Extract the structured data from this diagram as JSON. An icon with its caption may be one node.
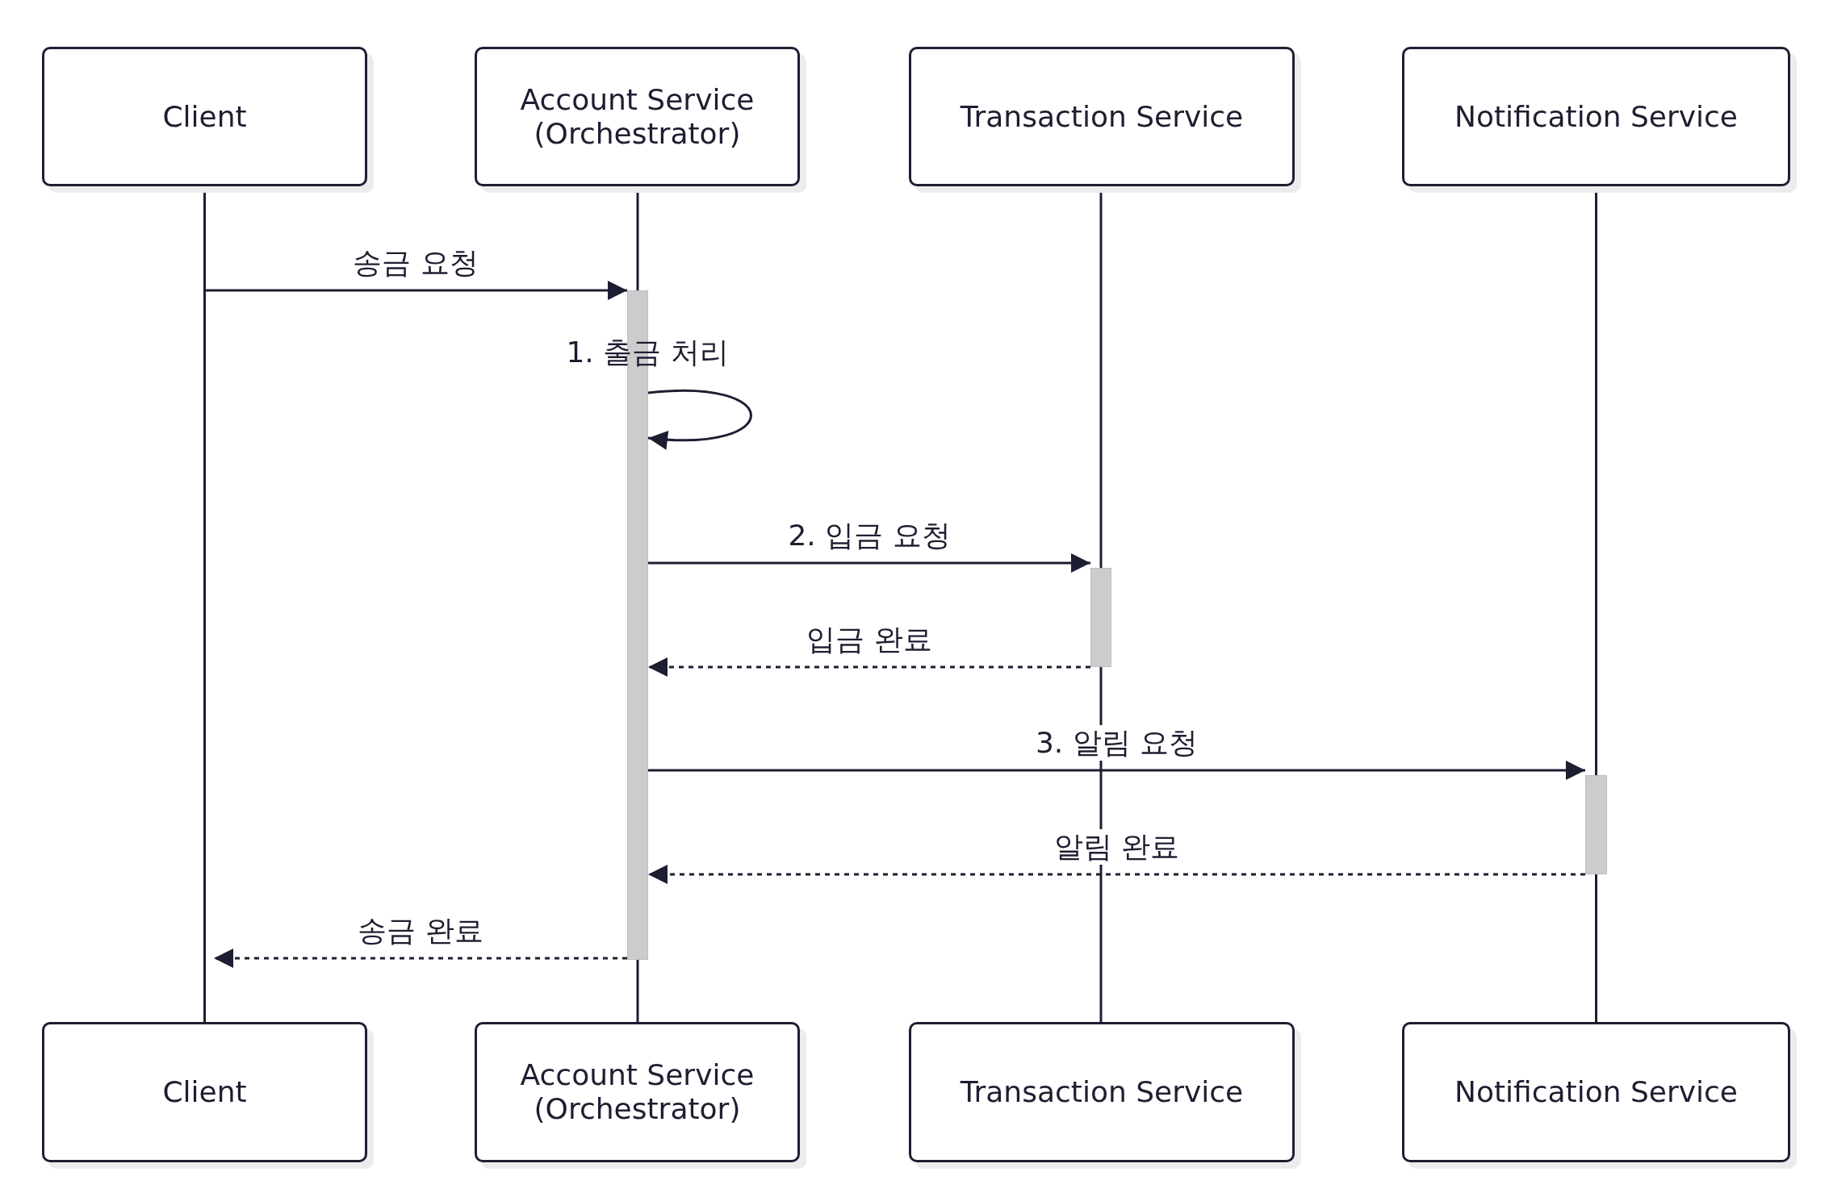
{
  "diagram": {
    "nodes": [
      {
        "text": [
          "Client"
        ]
      },
      {
        "text": [
          "Account Service (Orchestrator)"
        ]
      },
      {
        "text": [
          "Transaction Service"
        ]
      },
      {
        "text": [
          "Notification Service"
        ]
      },
      {
        "text": [
          "Client"
        ]
      },
      {
        "text": [
          "Account Service (Orchestrator)"
        ]
      },
      {
        "text": [
          "Transaction Service"
        ]
      },
      {
        "text": [
          "Notification Service"
        ]
      },
      {
        "text": [],
        "shape": "bar"
      },
      {
        "text": [],
        "shape": "bar"
      },
      {
        "text": [],
        "shape": "bar"
      }
    ],
    "edges": [
      {
        "from": 0,
        "to": 4,
        "arrow": "none"
      },
      {
        "from": 1,
        "to": 8,
        "arrow": "none"
      },
      {
        "from": 8,
        "to": 5,
        "arrow": "none"
      },
      {
        "from": 2,
        "to": 9,
        "arrow": "none"
      },
      {
        "from": 9,
        "to": 6,
        "arrow": "none"
      },
      {
        "from": 3,
        "to": 10,
        "arrow": "none"
      },
      {
        "from": 10,
        "to": 7,
        "arrow": "none"
      },
      {
        "from": null,
        "to": 8,
        "arrow": "to",
        "label": "송금 요청"
      },
      {
        "from": 8,
        "to": 8,
        "arrow": "to",
        "label": "1. 출금 처리"
      },
      {
        "from": 8,
        "to": 9,
        "arrow": "to",
        "label": "2. 입금 요청"
      },
      {
        "from": 9,
        "to": 8,
        "arrow": "to",
        "label": "입금 완료",
        "style": "dashed"
      },
      {
        "from": 8,
        "to": 10,
        "arrow": "to",
        "label": "3. 알림 요청"
      },
      {
        "from": 10,
        "to": 8,
        "arrow": "to",
        "label": "알림 완료",
        "style": "dashed"
      },
      {
        "from": 8,
        "to": null,
        "arrow": "to",
        "label": "송금 완료",
        "style": "dashed"
      }
    ]
  }
}
